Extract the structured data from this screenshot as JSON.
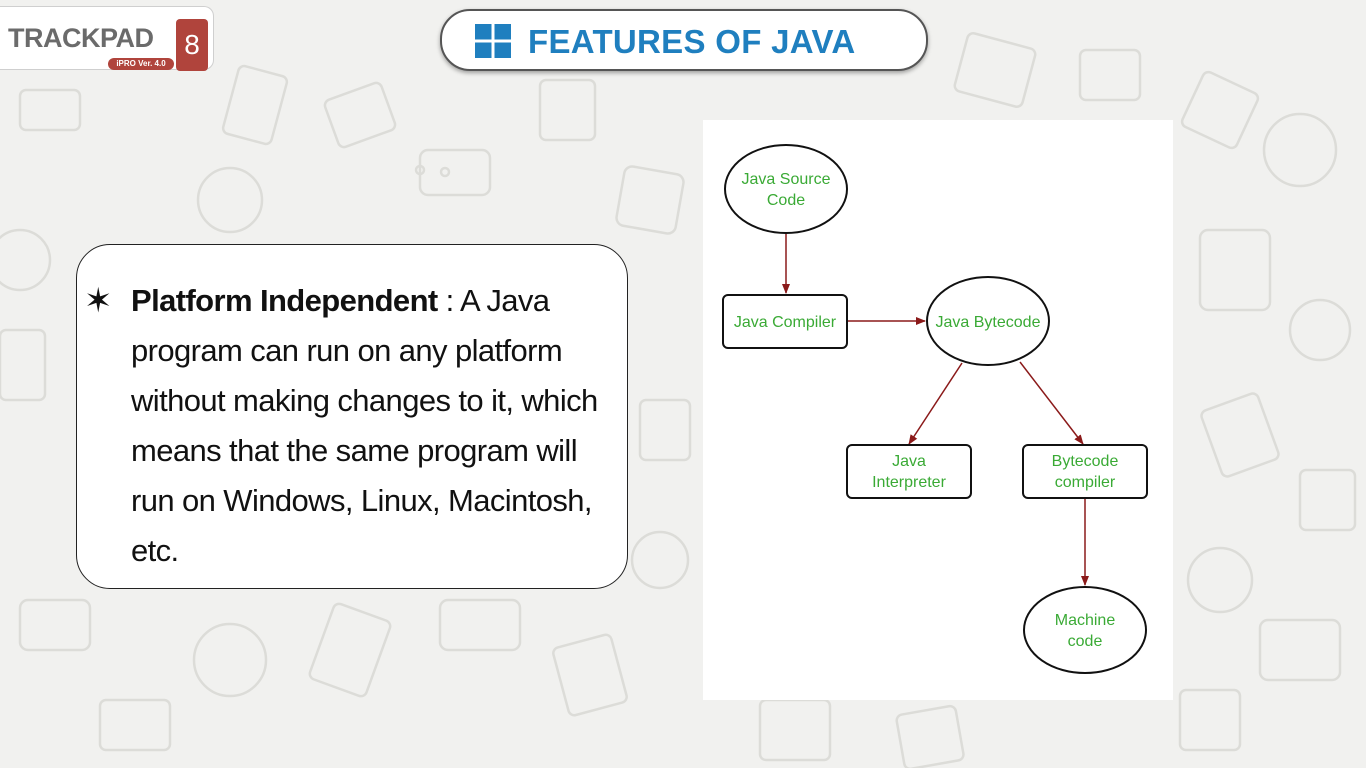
{
  "logo": {
    "word": "TRACKPAD",
    "number": "8",
    "version": "iPRO Ver. 4.0"
  },
  "title": {
    "text": "FEATURES OF JAVA",
    "icon": "windows-icon",
    "color": "#1f7fbf"
  },
  "card": {
    "bullet_icon": "six-pointed-star-icon",
    "term": "Platform Independent",
    "separator": " : ",
    "description": "A Java program can run on any platform without making changes to it, which means that the same program will run on Windows, Linux, Macintosh, etc."
  },
  "diagram": {
    "label_color": "#3aaa35",
    "arrow_color": "#8b1a1a",
    "nodes": {
      "source": {
        "shape": "ellipse",
        "lines": [
          "Java Source",
          "Code"
        ]
      },
      "compiler": {
        "shape": "rectangle",
        "lines": [
          "Java Compiler"
        ]
      },
      "bytecode": {
        "shape": "ellipse",
        "lines": [
          "Java Bytecode"
        ]
      },
      "interpreter": {
        "shape": "rectangle",
        "lines": [
          "Java",
          "Interpreter"
        ]
      },
      "bytecode_compiler": {
        "shape": "rectangle",
        "lines": [
          "Bytecode",
          "compiler"
        ]
      },
      "machine": {
        "shape": "ellipse",
        "lines": [
          "Machine",
          "code"
        ]
      }
    },
    "edges": [
      {
        "from": "source",
        "to": "compiler"
      },
      {
        "from": "compiler",
        "to": "bytecode"
      },
      {
        "from": "bytecode",
        "to": "interpreter"
      },
      {
        "from": "bytecode",
        "to": "bytecode_compiler"
      },
      {
        "from": "bytecode_compiler",
        "to": "machine"
      }
    ]
  }
}
